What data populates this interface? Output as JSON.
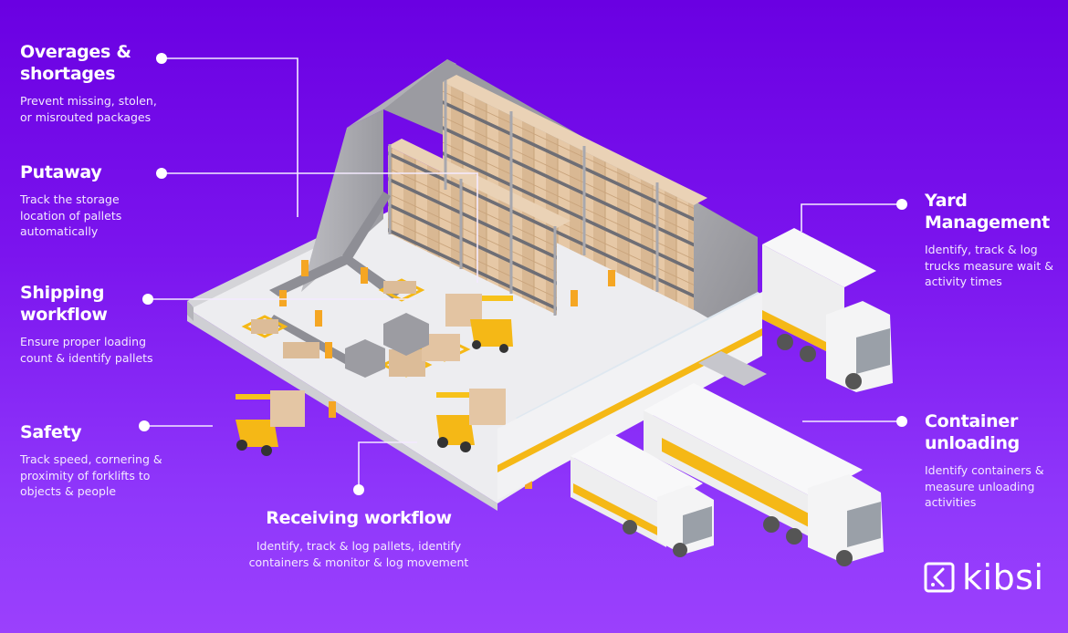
{
  "theme": {
    "background_top": "#6a00e2",
    "background_bottom": "#9b40fc",
    "text_color": "#ffffff",
    "accent_yellow": "#f7b731",
    "box_color": "#e3c3a0"
  },
  "callouts": {
    "overages": {
      "title": "Overages & shortages",
      "title_lines": [
        "Overages &",
        "shortages"
      ],
      "description": "Prevent missing, stolen, or misrouted packages"
    },
    "putaway": {
      "title": "Putaway",
      "description": "Track the storage location of pallets automatically"
    },
    "shipping": {
      "title": "Shipping workflow",
      "title_lines": [
        "Shipping",
        "workflow"
      ],
      "description": "Ensure proper loading count & identify pallets"
    },
    "safety": {
      "title": "Safety",
      "description": "Track speed, cornering & proximity of forklifts to objects & people"
    },
    "yard": {
      "title": "Yard Management",
      "title_lines": [
        "Yard",
        "Management"
      ],
      "description": "Identify, track & log trucks measure wait & activity times"
    },
    "container": {
      "title": "Container unloading",
      "title_lines": [
        "Container",
        "unloading"
      ],
      "description": "Identify containers & measure unloading activities"
    },
    "receiving": {
      "title": "Receiving workflow",
      "description": "Identify, track & log pallets, identify containers & monitor & log movement"
    }
  },
  "illustration": {
    "subject": "isometric warehouse with storage racks, conveyor belts, workers, forklifts, loading docks and trucks",
    "icons": [
      "warehouse-illustration",
      "forklift-icon",
      "truck-icon",
      "worker-icon",
      "pallet-box-icon",
      "conveyor-icon"
    ]
  },
  "brand": {
    "logo_text": "kibsi",
    "logo_icon": "kibsi-logo-mark"
  }
}
